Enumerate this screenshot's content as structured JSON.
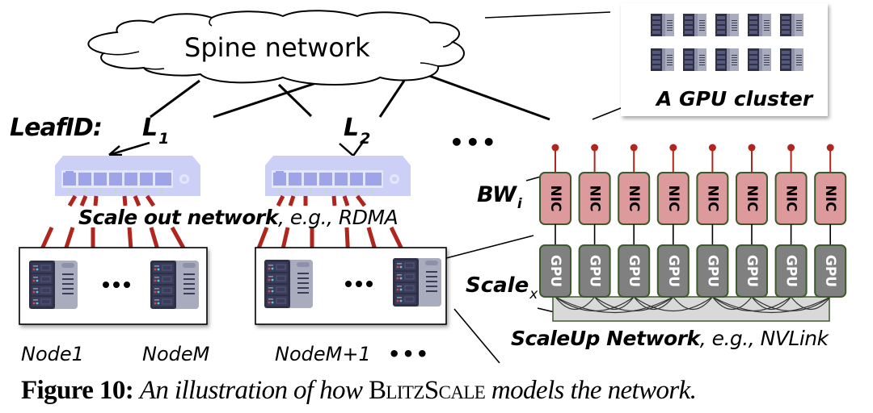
{
  "figure": {
    "spine_label": "Spine network",
    "leaf_id_label": "LeafID:",
    "leaves": [
      {
        "name": "L",
        "subscript": "1"
      },
      {
        "name": "L",
        "subscript": "2"
      }
    ],
    "leaf_ellipsis": "•••",
    "scale_out_label": {
      "bold": "Scale out network",
      "rest": ", e.g., RDMA"
    },
    "nodes": [
      {
        "label": "Node1"
      },
      {
        "label": "NodeM"
      },
      {
        "label": "NodeM+1"
      }
    ],
    "node_ellipsis": "•••",
    "rack_ellipsis": "•••",
    "cluster_label": "A GPU cluster",
    "cluster_server_count": 10,
    "bandwidth_label": {
      "name": "BW",
      "subscript": "i"
    },
    "scale_label": {
      "name": "Scale",
      "subscript": "x"
    },
    "scaleup_label": {
      "bold": "ScaleUp Network",
      "rest": ", e.g., NVLink"
    },
    "nic_label": "NIC",
    "gpu_label": "GPU",
    "nic_gpu_pairs": 8,
    "colors": {
      "nic_fill": "#dc9a9c",
      "gpu_fill": "#808080",
      "box_border": "#3d5a2a",
      "link_red": "#b0251e",
      "switch_fill": "#cdd0f6",
      "switch_port": "#9ea4e6",
      "server_dark": "#2e3047",
      "server_light": "#a9acbd",
      "nvlink_fill": "#d9d9d9"
    }
  },
  "caption": {
    "figure_number": "Figure 10:",
    "text_before": "An illustration of how ",
    "system_name": "BlitzScale",
    "text_after": " models the network."
  }
}
